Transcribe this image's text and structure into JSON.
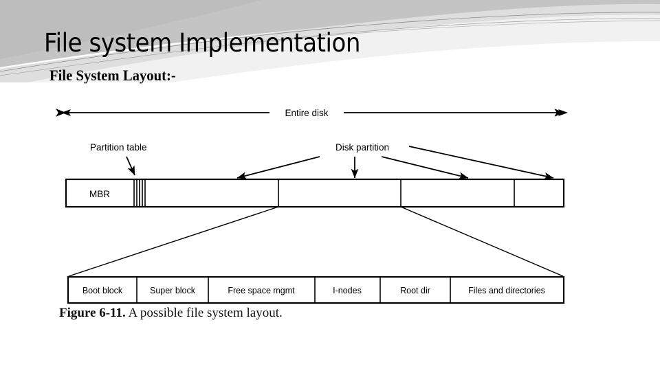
{
  "slide": {
    "title": "File system Implementation",
    "subtitle": "File System Layout:-"
  },
  "figure": {
    "caption_label": "Figure 6-11.",
    "caption_text": " A possible file system layout.",
    "entire_disk_label": "Entire disk",
    "partition_table_label": "Partition table",
    "disk_partition_label": "Disk partition",
    "mbr_label": "MBR",
    "partition_blocks": [
      {
        "label": "Boot block"
      },
      {
        "label": "Super block"
      },
      {
        "label": "Free space mgmt"
      },
      {
        "label": "I-nodes"
      },
      {
        "label": "Root dir"
      },
      {
        "label": "Files and directories"
      }
    ]
  },
  "colors": {
    "ink": "#000000",
    "plate": "#ffffff",
    "decor_dark": "#c9c9c9",
    "decor_mid": "#dcdcdc",
    "decor_light": "#efefef",
    "page": "#ffffff"
  }
}
